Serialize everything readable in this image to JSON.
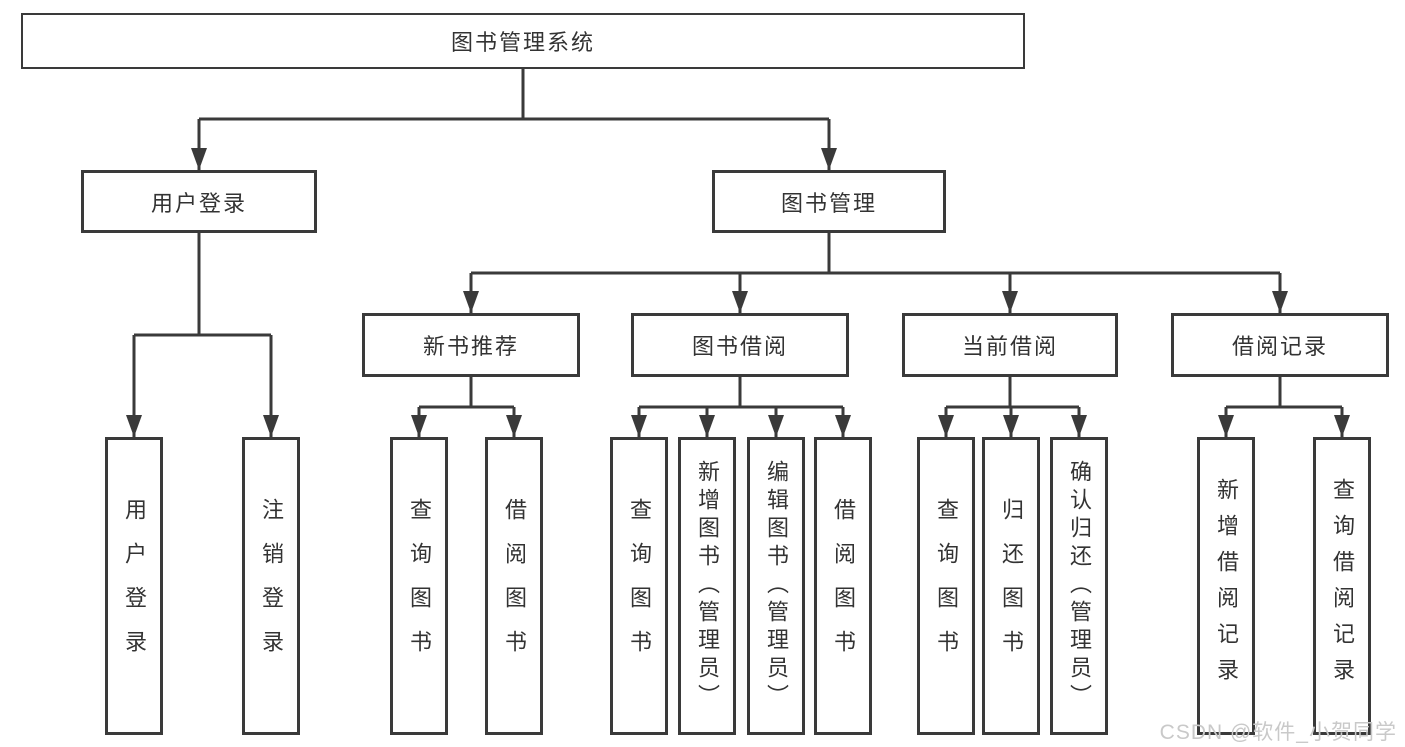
{
  "diagram": {
    "title": "图书管理系统",
    "branches": [
      {
        "label": "用户登录",
        "leaves": [
          "用户登录",
          "注销登录"
        ]
      },
      {
        "label": "图书管理",
        "groups": [
          {
            "label": "新书推荐",
            "leaves": [
              "查询图书",
              "借阅图书"
            ]
          },
          {
            "label": "图书借阅",
            "leaves": [
              "查询图书",
              "新增图书（管理员）",
              "编辑图书（管理员）",
              "借阅图书"
            ]
          },
          {
            "label": "当前借阅",
            "leaves": [
              "查询图书",
              "归还图书",
              "确认归还（管理员）"
            ]
          },
          {
            "label": "借阅记录",
            "leaves": [
              "新增借阅记录",
              "查询借阅记录"
            ]
          }
        ]
      }
    ]
  },
  "watermark": {
    "text": "CSDN @软件_小贺同学"
  },
  "colors": {
    "line": "#3a3a3a",
    "text": "#333333",
    "watermark": "#c9c9c9",
    "background": "#ffffff"
  }
}
